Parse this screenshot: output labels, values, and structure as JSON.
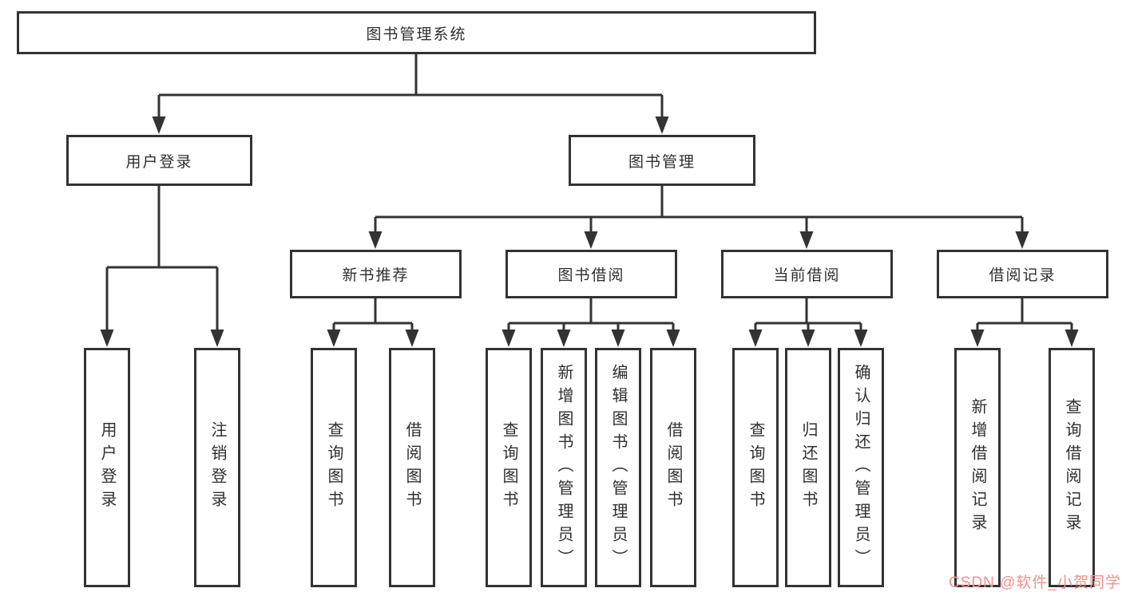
{
  "diagram": {
    "nodes": {
      "root": "图书管理系统",
      "user_login": "用户登录",
      "book_mgmt": "图书管理",
      "new_book_rec": "新书推荐",
      "book_borrow": "图书借阅",
      "current_borrow": "当前借阅",
      "borrow_record": "借阅记录",
      "user_login_leaf": "用户登录",
      "logout_leaf": "注销登录",
      "query_book_a": "查询图书",
      "borrow_book_a": "借阅图书",
      "query_book_b": "查询图书",
      "add_book_admin": "新增图书（管理员）",
      "edit_book_admin": "编辑图书（管理员）",
      "borrow_book_b": "借阅图书",
      "query_book_c": "查询图书",
      "return_book": "归还图书",
      "confirm_return_admin": "确认归还（管理员）",
      "add_borrow_record": "新增借阅记录",
      "query_borrow_record": "查询借阅记录"
    },
    "hierarchy": {
      "图书管理系统": {
        "用户登录": [
          "用户登录",
          "注销登录"
        ],
        "图书管理": {
          "新书推荐": [
            "查询图书",
            "借阅图书"
          ],
          "图书借阅": [
            "查询图书",
            "新增图书（管理员）",
            "编辑图书（管理员）",
            "借阅图书"
          ],
          "当前借阅": [
            "查询图书",
            "归还图书",
            "确认归还（管理员）"
          ],
          "借阅记录": [
            "新增借阅记录",
            "查询借阅记录"
          ]
        }
      }
    }
  },
  "watermark": {
    "text": "CSDN @软件_小贺同学"
  },
  "colors": {
    "line": "#333333",
    "text": "#2f2f2f",
    "watermark": "#f0918c",
    "background": "#ffffff"
  }
}
